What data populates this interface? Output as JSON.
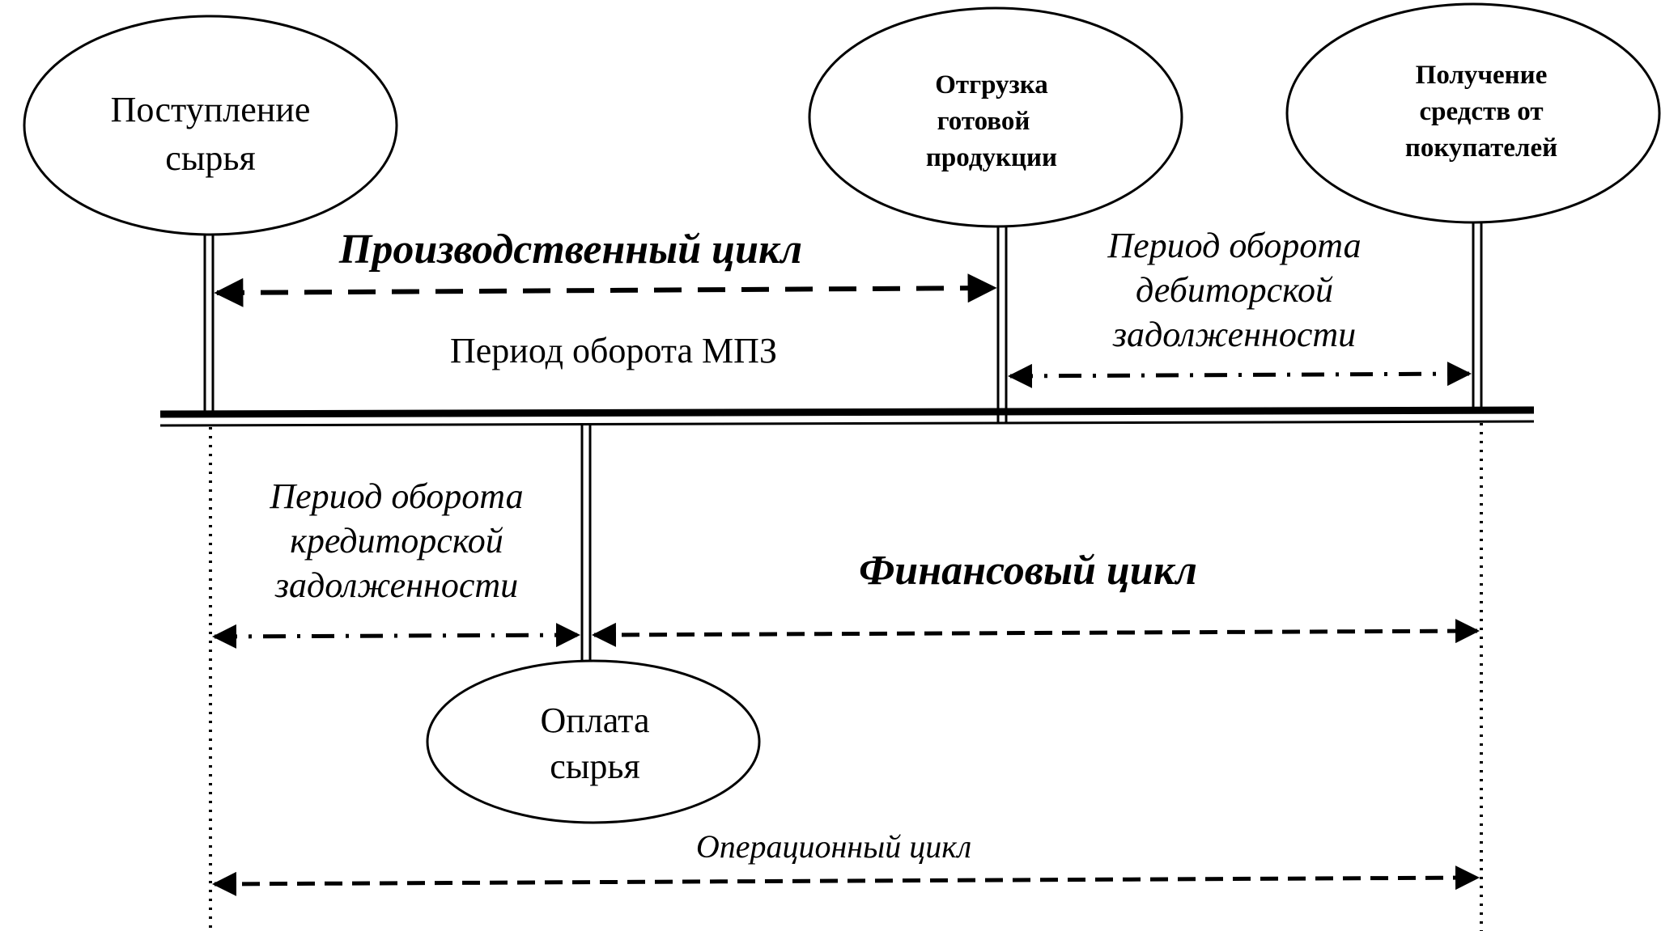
{
  "nodes": {
    "raw_receipt": {
      "line1": "Поступление",
      "line2": "сырья"
    },
    "shipment": {
      "line1": "Отгрузка",
      "line2": "готовой",
      "line3": "продукции"
    },
    "payment_receipt": {
      "line1": "Получение",
      "line2": "средств от",
      "line3": "покупателей"
    },
    "raw_payment": {
      "line1": "Оплата",
      "line2": "сырья"
    }
  },
  "labels": {
    "production_cycle": "Производственный цикл",
    "inventory_turnover": "Период оборота МПЗ",
    "receivables_line1": "Период оборота",
    "receivables_line2": "дебиторской",
    "receivables_line3": "задолженности",
    "payables_line1": "Период оборота",
    "payables_line2": "кредиторской",
    "payables_line3": "задолженности",
    "financial_cycle": "Финансовый цикл",
    "operating_cycle": "Операционный цикл"
  }
}
